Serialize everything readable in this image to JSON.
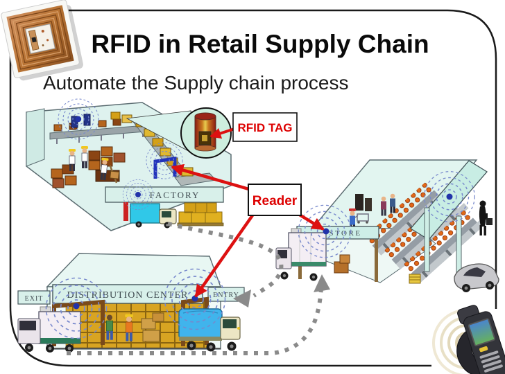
{
  "slide": {
    "title": "RFID in Retail Supply Chain",
    "subtitle": "Automate the Supply chain process"
  },
  "callouts": {
    "rfid_tag": "RFID TAG",
    "reader": "Reader"
  },
  "labels": {
    "factory": "FACTORY",
    "store": "STORE",
    "distribution_center": "DISTRIBUTION CENTER",
    "exit": "EXIT",
    "entry": "ENTRY"
  },
  "colors": {
    "callout_text": "#dd0000",
    "arrow_red": "#dd1111",
    "flow_path": "#8a8a8a",
    "reader_dot": "#2233aa",
    "wave_stroke": "#7788cc",
    "building_fill": "#def2ee",
    "building_stroke": "#5a6b70",
    "tag_copper": "#b87333",
    "slide_border": "#1a1a1a"
  },
  "icons": {
    "rfid_chip": "rfid-chip-icon",
    "rfid_tag_closeup": "rfid-tag-closeup-icon",
    "handheld_reader": "handheld-reader-icon",
    "radio_waves": "radio-waves-icon",
    "reader_dot": "reader-dot-icon",
    "truck": "truck-icon",
    "car": "car-icon",
    "person": "person-icon",
    "magnifier": "magnifier-circle-icon"
  }
}
